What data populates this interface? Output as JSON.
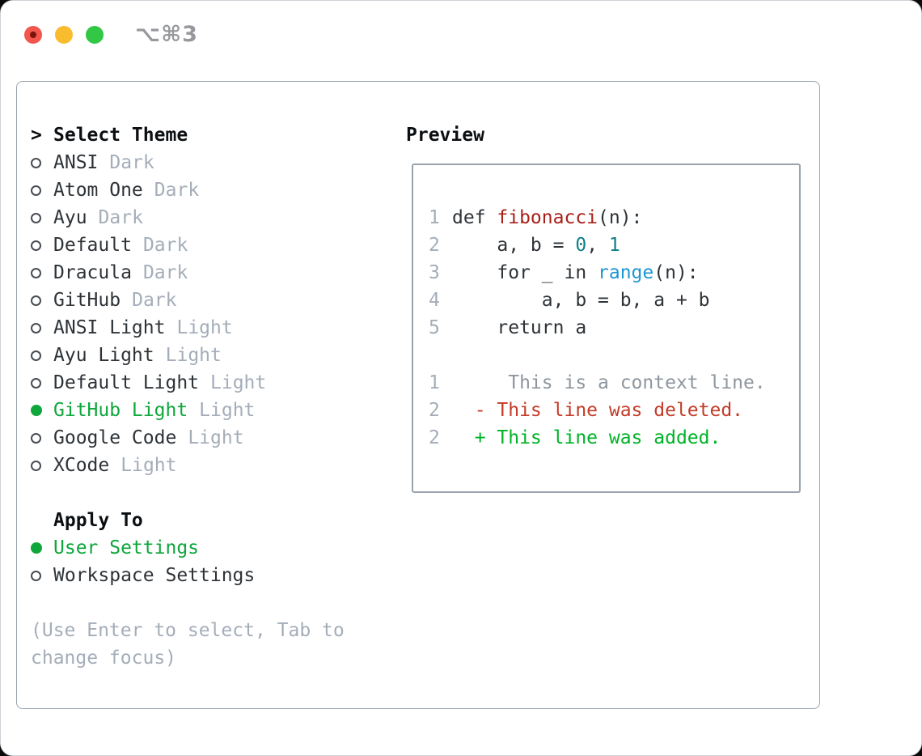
{
  "window": {
    "title": "⌥⌘3"
  },
  "theme_picker": {
    "prompt": ">",
    "title": "Select Theme",
    "items": [
      {
        "name": "ANSI",
        "variant": "Dark",
        "selected": false
      },
      {
        "name": "Atom One",
        "variant": "Dark",
        "selected": false
      },
      {
        "name": "Ayu",
        "variant": "Dark",
        "selected": false
      },
      {
        "name": "Default",
        "variant": "Dark",
        "selected": false
      },
      {
        "name": "Dracula",
        "variant": "Dark",
        "selected": false
      },
      {
        "name": "GitHub",
        "variant": "Dark",
        "selected": false
      },
      {
        "name": "ANSI Light",
        "variant": "Light",
        "selected": false
      },
      {
        "name": "Ayu Light",
        "variant": "Light",
        "selected": false
      },
      {
        "name": "Default Light",
        "variant": "Light",
        "selected": false
      },
      {
        "name": "GitHub Light",
        "variant": "Light",
        "selected": true
      },
      {
        "name": "Google Code",
        "variant": "Light",
        "selected": false
      },
      {
        "name": "XCode",
        "variant": "Light",
        "selected": false
      }
    ]
  },
  "apply_to": {
    "title": "Apply To",
    "options": [
      {
        "label": "User Settings",
        "selected": true
      },
      {
        "label": "Workspace Settings",
        "selected": false
      }
    ]
  },
  "hint": {
    "line1": "(Use Enter to select, Tab to",
    "line2": "change focus)"
  },
  "preview": {
    "title": "Preview",
    "code_lines": [
      {
        "num": "1",
        "t1": "def ",
        "t2": "fibonacci",
        "t3": "(n):"
      },
      {
        "num": "2",
        "t1": "    a, b = ",
        "t2": "0",
        "t3": ", ",
        "t4": "1"
      },
      {
        "num": "3",
        "t1": "    for _ in ",
        "t2": "range",
        "t3": "(n):"
      },
      {
        "num": "4",
        "t1": "        a, b = b, a + b"
      },
      {
        "num": "5",
        "t1": "    return a"
      }
    ],
    "diff_lines": [
      {
        "num": "1",
        "kind": "context",
        "text": "     This is a context line."
      },
      {
        "num": "2",
        "kind": "deleted",
        "text": "  - This line was deleted."
      },
      {
        "num": "2",
        "kind": "added",
        "text": "  + This line was added."
      }
    ]
  },
  "colors": {
    "accent_green": "#0fa63c",
    "added_green": "#00b327",
    "deleted_red": "#c33c28",
    "function_red": "#a82019",
    "number_teal": "#0f7f88",
    "builtin_blue": "#1e96d2",
    "muted_gray": "#a4adb9",
    "context_gray": "#8e969e",
    "border_gray": "#99a3ad",
    "traffic_red": "#f2564d",
    "traffic_yellow": "#f8bc2e",
    "traffic_green": "#32c846"
  }
}
